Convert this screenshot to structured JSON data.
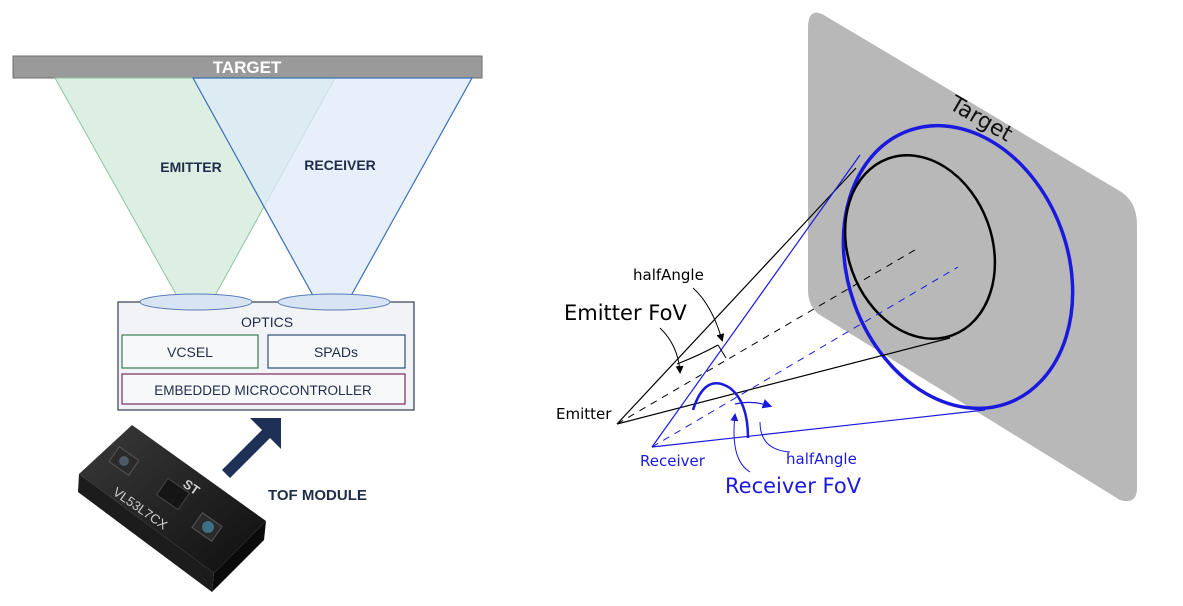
{
  "left_diagram": {
    "target_label": "TARGET",
    "emitter_label": "EMITTER",
    "receiver_label": "RECEIVER",
    "optics_label": "OPTICS",
    "vcsel_label": "VCSEL",
    "spads_label": "SPADs",
    "mcu_label": "EMBEDDED MICROCONTROLLER",
    "module_label": "TOF MODULE",
    "chip_brand": "ST",
    "chip_model": "VL53L7CX"
  },
  "right_diagram": {
    "target_label": "Target",
    "half_angle_top": "halfAngle",
    "emitter_fov_label": "Emitter FoV",
    "emitter_label": "Emitter",
    "receiver_label": "Receiver",
    "half_angle_bottom": "halfAngle",
    "receiver_fov_label": "Receiver FoV"
  },
  "colors": {
    "emitter_green": "#d6ecdd",
    "receiver_blue": "#dde9f8",
    "cone_line": "#3b6fb6",
    "right_blue": "#1a1adf",
    "gray_target": "#b8b8b8"
  }
}
